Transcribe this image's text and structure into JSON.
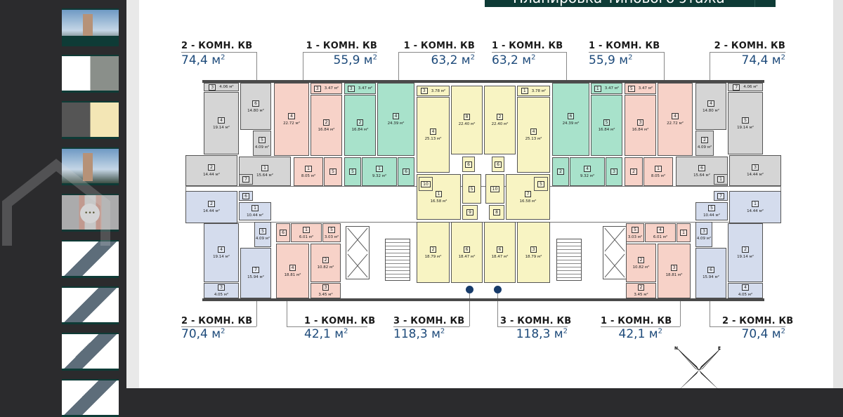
{
  "viewer": {
    "thumbnail_count": 9,
    "selected_thumbnail": 5,
    "selected_overlay": "•••"
  },
  "page_title": "Планировка типового этажа",
  "colors": {
    "gray": "#d5d5d5",
    "pink": "#f7d2c8",
    "green": "#a8e2cb",
    "yellow": "#f8f4c3",
    "blue": "#d4dced",
    "accent": "#1d4a7a",
    "brand": "#0e3b36"
  },
  "apartments_top": [
    {
      "type": "2 - КОМН. КВ",
      "area": "74,4 м",
      "sup": "2"
    },
    {
      "type": "1 - КОМН. КВ",
      "area": "55,9 м",
      "sup": "2"
    },
    {
      "type": "1 - КОМН. КВ",
      "area": "63,2 м",
      "sup": "2"
    },
    {
      "type": "1 - КОМН. КВ",
      "area": "63,2 м",
      "sup": "2"
    },
    {
      "type": "1 - КОМН. КВ",
      "area": "55,9 м",
      "sup": "2"
    },
    {
      "type": "2 - КОМН. КВ",
      "area": "74,4 м",
      "sup": "2"
    }
  ],
  "apartments_bottom": [
    {
      "type": "2 - КОМН. КВ",
      "area": "70,4 м",
      "sup": "2"
    },
    {
      "type": "1 - КОМН. КВ",
      "area": "42,1 м",
      "sup": "2"
    },
    {
      "type": "3 - КОМН. КВ",
      "area": "118,3 м",
      "sup": "2"
    },
    {
      "type": "3 - КОМН. КВ",
      "area": "118,3 м",
      "sup": "2"
    },
    {
      "type": "1 - КОМН. КВ",
      "area": "42,1 м",
      "sup": "2"
    },
    {
      "type": "2 - КОМН. КВ",
      "area": "70,4 м",
      "sup": "2"
    }
  ],
  "rooms_left": [
    {
      "n": "3",
      "a": "4.06 м²"
    },
    {
      "n": "6",
      "a": "14.80 м²"
    },
    {
      "n": "4",
      "a": "19.14 м²"
    },
    {
      "n": "5",
      "a": "4.09 м²"
    },
    {
      "n": "2",
      "a": "14.44 м²"
    },
    {
      "n": "1",
      "a": "15.64 м²"
    },
    {
      "n": "7",
      "a": ""
    },
    {
      "n": "4",
      "a": "22.72 м²"
    },
    {
      "n": "3",
      "a": "3.47 м²"
    },
    {
      "n": "2",
      "a": "16.84 м²"
    },
    {
      "n": "1",
      "a": "8.05 м²"
    },
    {
      "n": "5",
      "a": ""
    },
    {
      "n": "3",
      "a": "3.47 м²"
    },
    {
      "n": "2",
      "a": "16.84 м²"
    },
    {
      "n": "4",
      "a": "24.39 м²"
    },
    {
      "n": "5",
      "a": ""
    },
    {
      "n": "1",
      "a": "9.32 м²"
    },
    {
      "n": "6",
      "a": ""
    },
    {
      "n": "3",
      "a": "3.78 м²"
    },
    {
      "n": "4",
      "a": "25.13 м²"
    },
    {
      "n": "8",
      "a": "22.40 м²"
    },
    {
      "n": "6",
      "a": ""
    },
    {
      "n": "1",
      "a": "16.58 м²"
    },
    {
      "n": "10",
      "a": ""
    },
    {
      "n": "5",
      "a": ""
    },
    {
      "n": "9",
      "a": ""
    },
    {
      "n": "2",
      "a": "18.79 м²"
    },
    {
      "n": "6",
      "a": "18.47 м²"
    },
    {
      "n": "2",
      "a": "14.44 м²"
    },
    {
      "n": "6",
      "a": ""
    },
    {
      "n": "1",
      "a": "10.44 м²"
    },
    {
      "n": "4",
      "a": "19.14 м²"
    },
    {
      "n": "5",
      "a": "4.09 м²"
    },
    {
      "n": "7",
      "a": "15.94 м²"
    },
    {
      "n": "3",
      "a": "4.05 м²"
    },
    {
      "n": "6",
      "a": ""
    },
    {
      "n": "1",
      "a": "6.01 м²"
    },
    {
      "n": "5",
      "a": "3.03 м²"
    },
    {
      "n": "4",
      "a": "18.81 м²"
    },
    {
      "n": "2",
      "a": "10.82 м²"
    },
    {
      "n": "3",
      "a": "3.45 м²"
    }
  ],
  "rooms_right": [
    {
      "n": "7",
      "a": "4.06 м²"
    },
    {
      "n": "4",
      "a": "14.80 м²"
    },
    {
      "n": "5",
      "a": "19.14 м²"
    },
    {
      "n": "2",
      "a": "4.09 м²"
    },
    {
      "n": "3",
      "a": "14.44 м²"
    },
    {
      "n": "6",
      "a": "15.64 м²"
    },
    {
      "n": "1",
      "a": ""
    },
    {
      "n": "4",
      "a": "22.72 м²"
    },
    {
      "n": "5",
      "a": "3.47 м²"
    },
    {
      "n": "3",
      "a": "16.84 м²"
    },
    {
      "n": "1",
      "a": "8.05 м²"
    },
    {
      "n": "2",
      "a": ""
    },
    {
      "n": "1",
      "a": "3.47 м²"
    },
    {
      "n": "5",
      "a": "16.84 м²"
    },
    {
      "n": "6",
      "a": "24.39 м²"
    },
    {
      "n": "3",
      "a": ""
    },
    {
      "n": "4",
      "a": "9.32 м²"
    },
    {
      "n": "2",
      "a": ""
    },
    {
      "n": "1",
      "a": "3.78 м²"
    },
    {
      "n": "4",
      "a": "25.13 м²"
    },
    {
      "n": "2",
      "a": "22.40 м²"
    },
    {
      "n": "6",
      "a": ""
    },
    {
      "n": "7",
      "a": "16.58 м²"
    },
    {
      "n": "5",
      "a": ""
    },
    {
      "n": "10",
      "a": ""
    },
    {
      "n": "8",
      "a": ""
    },
    {
      "n": "3",
      "a": "18.79 м²"
    },
    {
      "n": "6",
      "a": "18.47 м²"
    },
    {
      "n": "1",
      "a": "14.44 м²"
    },
    {
      "n": "7",
      "a": ""
    },
    {
      "n": "5",
      "a": "10.44 м²"
    },
    {
      "n": "2",
      "a": "19.14 м²"
    },
    {
      "n": "3",
      "a": "4.09 м²"
    },
    {
      "n": "6",
      "a": "15.94 м²"
    },
    {
      "n": "4",
      "a": "4.05 м²"
    },
    {
      "n": "1",
      "a": ""
    },
    {
      "n": "4",
      "a": "6.01 м²"
    },
    {
      "n": "5",
      "a": "3.03 м²"
    },
    {
      "n": "3",
      "a": "18.81 м²"
    },
    {
      "n": "2",
      "a": "10.82 м²"
    },
    {
      "n": "2",
      "a": "3.45 м²"
    }
  ],
  "compass": {
    "n": "N",
    "e": "E"
  }
}
